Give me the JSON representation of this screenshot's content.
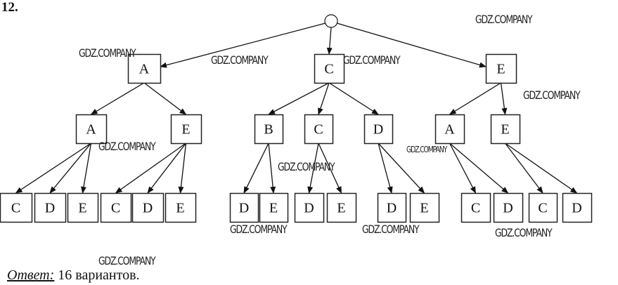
{
  "problem_number": "12.",
  "tree": {
    "level1": [
      "A",
      "C",
      "E"
    ],
    "level2": [
      "A",
      "E",
      "B",
      "C",
      "D",
      "A",
      "E"
    ],
    "level3": [
      "C",
      "D",
      "E",
      "C",
      "D",
      "E",
      "D",
      "E",
      "D",
      "E",
      "D",
      "E",
      "C",
      "D",
      "C",
      "D"
    ]
  },
  "watermark": "GDZ.COMPANY",
  "answer": {
    "label": "Ответ:",
    "text": " 16 вариантов."
  }
}
